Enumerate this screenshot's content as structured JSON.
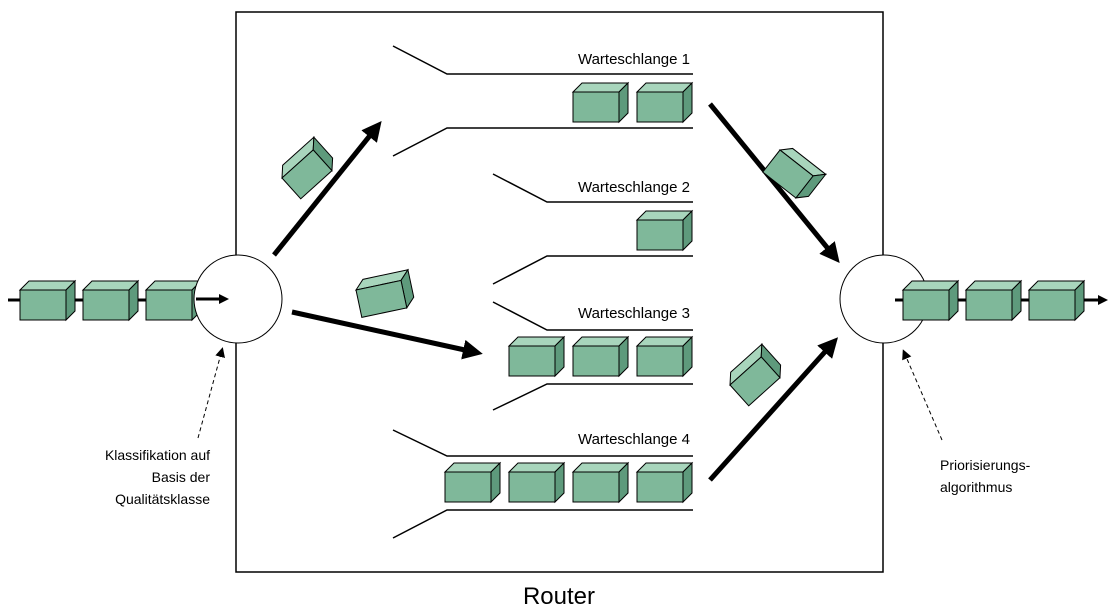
{
  "router": {
    "label": "Router"
  },
  "queues": [
    {
      "label": "Warteschlange 1",
      "packets": 2
    },
    {
      "label": "Warteschlange 2",
      "packets": 1
    },
    {
      "label": "Warteschlange 3",
      "packets": 3
    },
    {
      "label": "Warteschlange 4",
      "packets": 4
    }
  ],
  "classifier": {
    "note_lines": [
      "Klassifikation auf",
      "Basis der",
      "Qualitätsklasse"
    ]
  },
  "scheduler": {
    "note_lines": [
      "Priorisierungs-",
      "algorithmus"
    ]
  },
  "input_stream": {
    "packets": 3
  },
  "output_stream": {
    "packets": 3
  },
  "colors": {
    "packet_front": "#7fb89a",
    "packet_top": "#a8d5bc",
    "packet_side": "#5e9a7c",
    "stroke": "#000000"
  }
}
